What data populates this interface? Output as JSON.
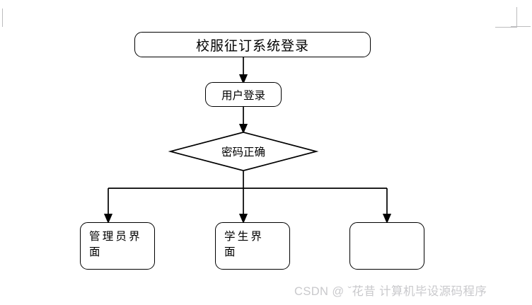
{
  "page": {
    "background_color": "#ffffff",
    "line_color": "#000000",
    "margin_mark_color": "#bcbcbe"
  },
  "flowchart": {
    "title_node": {
      "label": "校服征订系统登录",
      "shape": "rounded-rectangle"
    },
    "login_node": {
      "label": "用户登录",
      "shape": "rounded-rectangle"
    },
    "decision_node": {
      "label": "密码正确",
      "shape": "diamond"
    },
    "leaf_nodes": [
      {
        "line1": "管理员界",
        "line2": "面",
        "shape": "rounded-rectangle"
      },
      {
        "line1": "学生界",
        "line2": "面",
        "shape": "rounded-rectangle"
      },
      {
        "line1": "",
        "line2": "",
        "shape": "rounded-rectangle"
      }
    ]
  },
  "watermark": {
    "text": "CSDN @ ˇ花昔 计算机毕设源码程序",
    "color": "#c9c9cc"
  }
}
